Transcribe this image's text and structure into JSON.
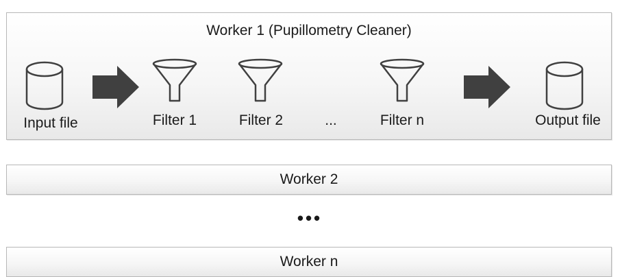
{
  "worker1": {
    "title": "Worker 1 (Pupillometry Cleaner)",
    "input_label": "Input file",
    "filter1_label": "Filter 1",
    "filter2_label": "Filter 2",
    "ellipsis": "...",
    "filtern_label": "Filter n",
    "output_label": "Output file"
  },
  "worker2": {
    "title": "Worker 2"
  },
  "separator": "•••",
  "workern": {
    "title": "Worker n"
  },
  "icons": [
    "database-icon",
    "arrow-right-icon",
    "funnel-icon",
    "funnel-icon",
    "funnel-icon",
    "arrow-right-icon",
    "database-icon"
  ],
  "colors": {
    "stroke": "#404040",
    "arrow": "#404040",
    "box_border": "#b7b7b7"
  }
}
